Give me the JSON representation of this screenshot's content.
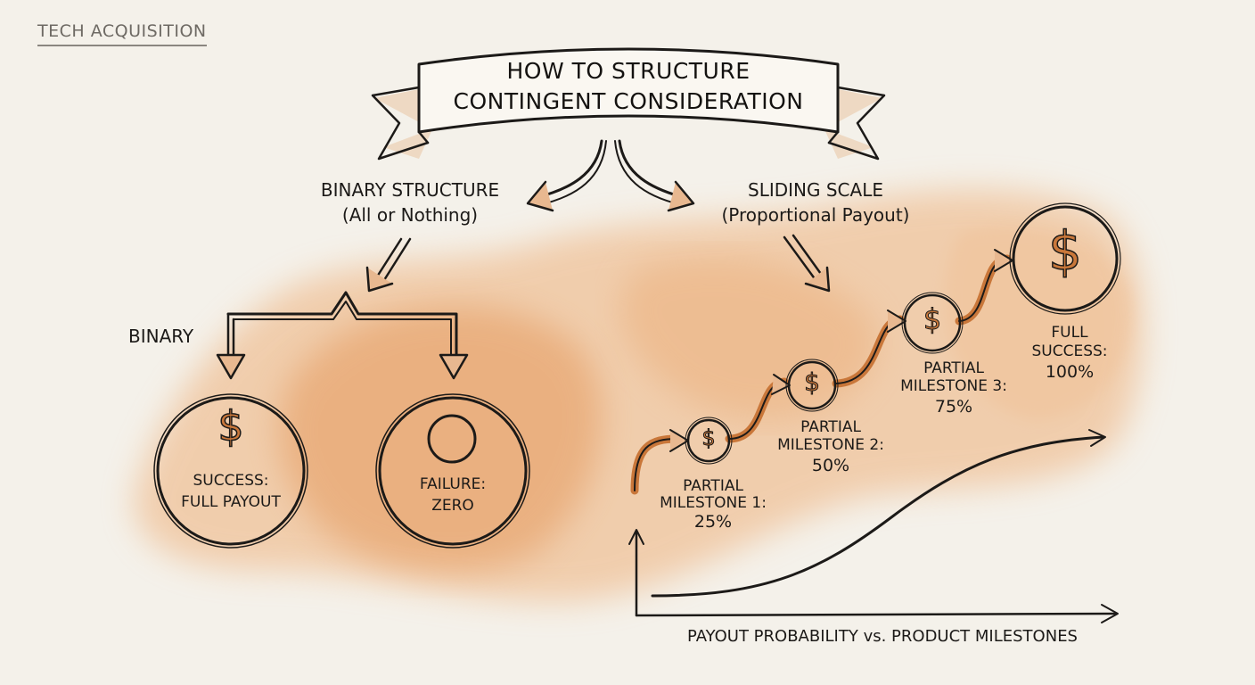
{
  "header": {
    "category_tag": "TECH ACQUISITION",
    "title_line1": "HOW TO STRUCTURE",
    "title_line2": "CONTINGENT CONSIDERATION"
  },
  "binary": {
    "heading": "BINARY STRUCTURE",
    "subheading": "(All or Nothing)",
    "branch_label": "BINARY",
    "success": {
      "icon": "dollar-icon",
      "line1": "SUCCESS:",
      "line2": "FULL PAYOUT"
    },
    "failure": {
      "icon": "empty-circle-icon",
      "line1": "FAILURE:",
      "line2": "ZERO"
    }
  },
  "sliding": {
    "heading": "SLIDING SCALE",
    "subheading": "(Proportional Payout)",
    "milestones": [
      {
        "icon": "dollar-icon",
        "line1": "PARTIAL",
        "line2": "MILESTONE 1:",
        "value": "25%"
      },
      {
        "icon": "dollar-icon",
        "line1": "PARTIAL",
        "line2": "MILESTONE 2:",
        "value": "50%"
      },
      {
        "icon": "dollar-icon",
        "line1": "PARTIAL",
        "line2": "MILESTONE 3:",
        "value": "75%"
      },
      {
        "icon": "dollar-icon",
        "line1": "FULL",
        "line2": "SUCCESS:",
        "value": "100%"
      }
    ],
    "chart_caption": "PAYOUT PROBABILITY vs. PRODUCT MILESTONES"
  },
  "colors": {
    "paper": "#f4f1ea",
    "wash": "#e9a46a",
    "ink": "#1c1a18",
    "accent_fill": "#d9965f",
    "tag_gray": "#6e6a64"
  }
}
